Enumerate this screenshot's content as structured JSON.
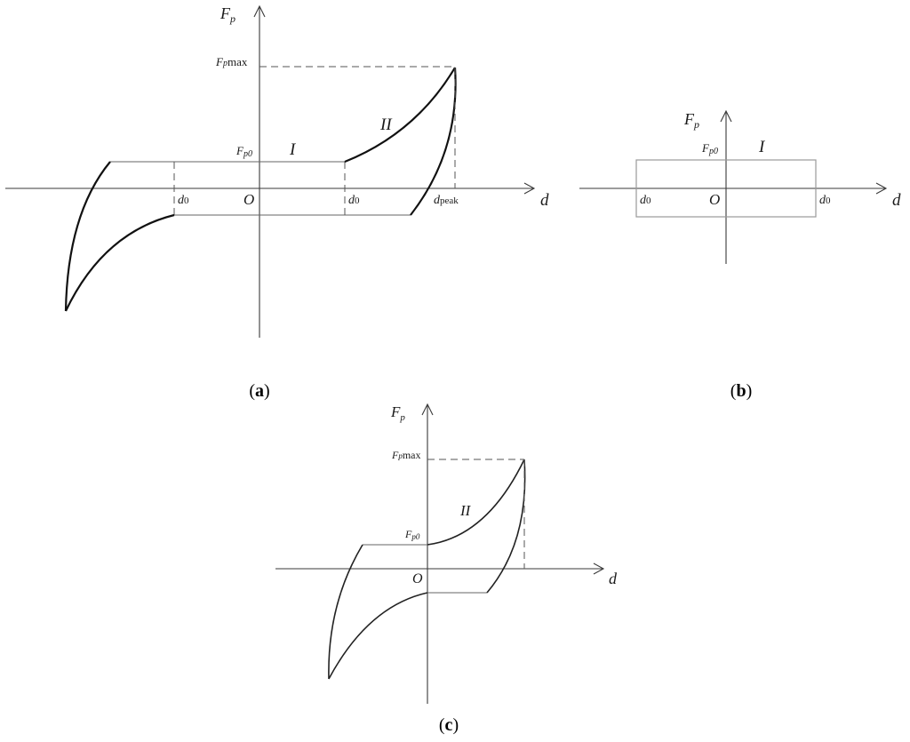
{
  "panel_a": {
    "y_axis_label": "F",
    "y_axis_sub": "p",
    "x_axis_label": "d",
    "fpmax_main": "F",
    "fpmax_sub": "p",
    "fpmax_tail": "max",
    "fp0_main": "F",
    "fp0_sub": "p0",
    "origin": "O",
    "d0_left_main": "d",
    "d0_left_sub": "0",
    "d0_right_main": "d",
    "d0_right_sub": "0",
    "dpeak_main": "d",
    "dpeak_sub": "peak",
    "region_one": "I",
    "region_two": "II",
    "caption_open": "(",
    "caption_letter": "a",
    "caption_close": ")"
  },
  "panel_b": {
    "y_axis_label": "F",
    "y_axis_sub": "p",
    "x_axis_label": "d",
    "fp0_main": "F",
    "fp0_sub": "p0",
    "origin": "O",
    "d0_left_main": "d",
    "d0_left_sub": "0",
    "d0_right_main": "d",
    "d0_right_sub": "0",
    "region_one": "I",
    "caption_open": "(",
    "caption_letter": "b",
    "caption_close": ")"
  },
  "panel_c": {
    "y_axis_label": "F",
    "y_axis_sub": "p",
    "x_axis_label": "d",
    "fpmax_main": "F",
    "fpmax_sub": "p",
    "fpmax_tail": "max",
    "fp0_main": "F",
    "fp0_sub": "p0",
    "origin": "O",
    "region_two": "II",
    "caption_open": "(",
    "caption_letter": "c",
    "caption_close": ")"
  }
}
